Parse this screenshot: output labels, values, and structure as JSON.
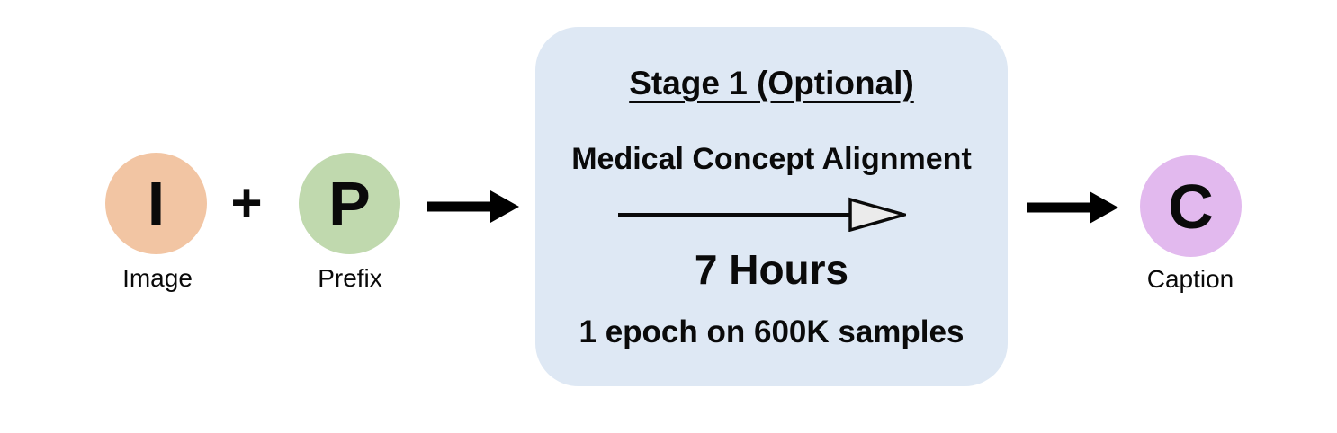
{
  "diagram": {
    "background_color": "#ffffff",
    "nodes": {
      "image": {
        "letter": "I",
        "label": "Image",
        "color": "#F2C5A3"
      },
      "prefix": {
        "letter": "P",
        "label": "Prefix",
        "color": "#C0D9AE"
      },
      "caption": {
        "letter": "C",
        "label": "Caption",
        "color": "#E2B9EE"
      }
    },
    "operators": {
      "plus": "+"
    },
    "stage_box": {
      "title": "Stage 1 (Optional)",
      "task": "Medical Concept Alignment",
      "duration": "7 Hours",
      "detail": "1 epoch on 600K samples",
      "bg_color": "#DEE8F4",
      "arrowhead_fill": "#EBEBEB"
    },
    "flow": {
      "arrow_color": "#000000"
    }
  }
}
